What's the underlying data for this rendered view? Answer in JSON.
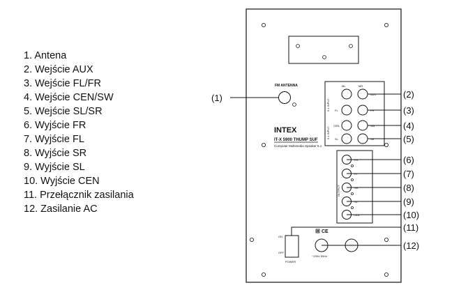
{
  "legend": [
    "1. Antena",
    "2. Wejście AUX",
    "3. Wejście FL/FR",
    "4. Wejście CEN/SW",
    "5. Wejście SL/SR",
    "6. Wyjście FR",
    "7. Wyjście FL",
    "8. Wyjście SR",
    "9. Wyjście SL",
    "10. Wyjście CEN",
    "11. Przełącznik zasilania",
    "12. Zasilanie AC"
  ],
  "callouts": [
    "(1)",
    "(2)",
    "(3)",
    "(4)",
    "(5)",
    "(6)",
    "(7)",
    "(8)",
    "(9)",
    "(10)",
    "(11)",
    "(12)"
  ],
  "panel": {
    "antenna_label": "FM ANTENNA",
    "brand": "INTEX",
    "model": "IT-X 5900 THUMP SUF",
    "subtitle": "Computer Multimedia Speaker 5.1",
    "input_labels": {
      "ml": "ML",
      "mr": "MR",
      "aux": "AUX",
      "fl": "FL",
      "fr": "FR",
      "cen": "CEN",
      "sw": "SW",
      "sl": "SL",
      "sr": "SR"
    },
    "input_side_top": "5.1 INPUT",
    "input_side_bottom": "5.1 INPUT",
    "output_labels": [
      "FR",
      "FL",
      "SR",
      "SL",
      "CEN"
    ],
    "output_side": "OUTPUT",
    "switch_on": "ON",
    "switch_off": "OFF",
    "power_label": "POWER",
    "ac_label": "~230V 50Hz",
    "cert_mark": "CE"
  }
}
